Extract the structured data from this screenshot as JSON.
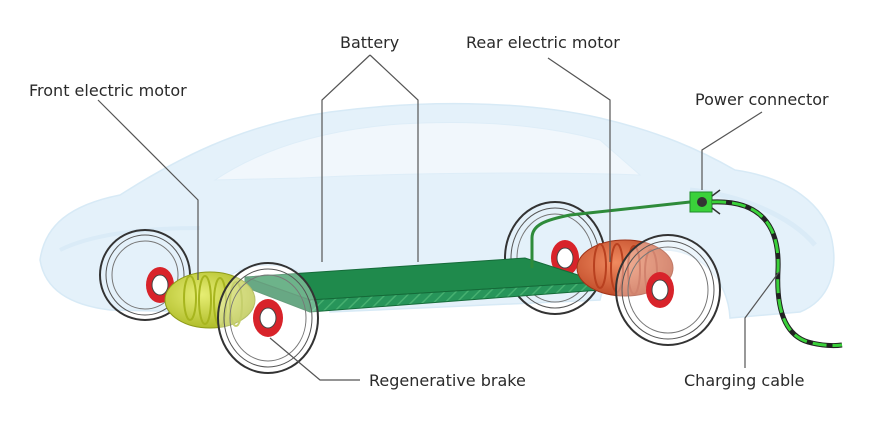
{
  "labels": {
    "battery": "Battery",
    "rear_motor": "Rear electric motor",
    "front_motor": "Front electric motor",
    "power_connector": "Power connector",
    "regen_brake": "Regenerative brake",
    "charging_cable": "Charging cable"
  },
  "colors": {
    "car_body": "#d9ecf8",
    "battery": "#1f8a4c",
    "front_motor": "#c9d335",
    "rear_motor": "#d9623c",
    "brake": "#d8232a",
    "cable": "#2e8b3a",
    "connector": "#3ad13a",
    "leader": "#555555"
  }
}
